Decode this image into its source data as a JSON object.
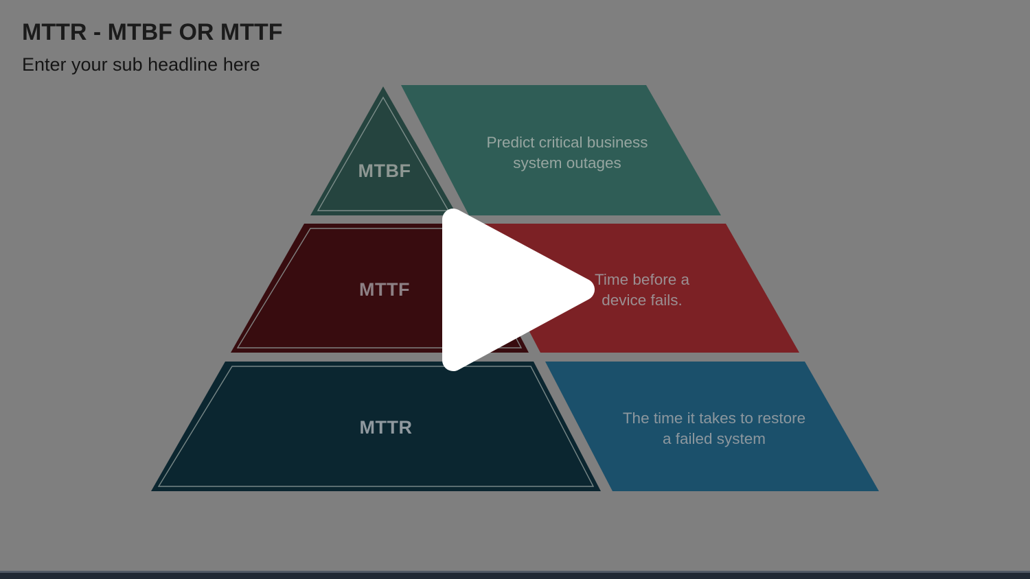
{
  "video_player": {
    "play_button_icon": "play-triangle",
    "play_button_color": "#ffffff",
    "bottom_bar_color": "#202834",
    "bottom_bar_edge_color": "#525a67"
  },
  "slide": {
    "background_color": "#7f7f7f",
    "title": "MTTR - MTBF OR MTTF",
    "title_color": "#1b1b1b",
    "subtitle": "Enter your sub headline here",
    "subtitle_color": "#151515",
    "pyramid": {
      "type": "pyramid-diagram",
      "outline_color": "#93a09d",
      "levels": [
        {
          "label": "MTBF",
          "description_line1": "Predict critical business",
          "description_line2": "system outages",
          "dark_color": "#25443f",
          "light_color": "#2f5d56",
          "label_color": "#8e9793",
          "desc_color": "#96a5a0"
        },
        {
          "label": "MTTF",
          "description_line1": "Time before a",
          "description_line2": "device fails.",
          "dark_color": "#380c0f",
          "light_color": "#7c2125",
          "label_color": "#8d8185",
          "desc_color": "#9b8f92"
        },
        {
          "label": "MTTR",
          "description_line1": "The time it takes to restore",
          "description_line2": "a failed system",
          "dark_color": "#0b2630",
          "light_color": "#1b506b",
          "label_color": "#90999f",
          "desc_color": "#8c979e"
        }
      ]
    }
  }
}
